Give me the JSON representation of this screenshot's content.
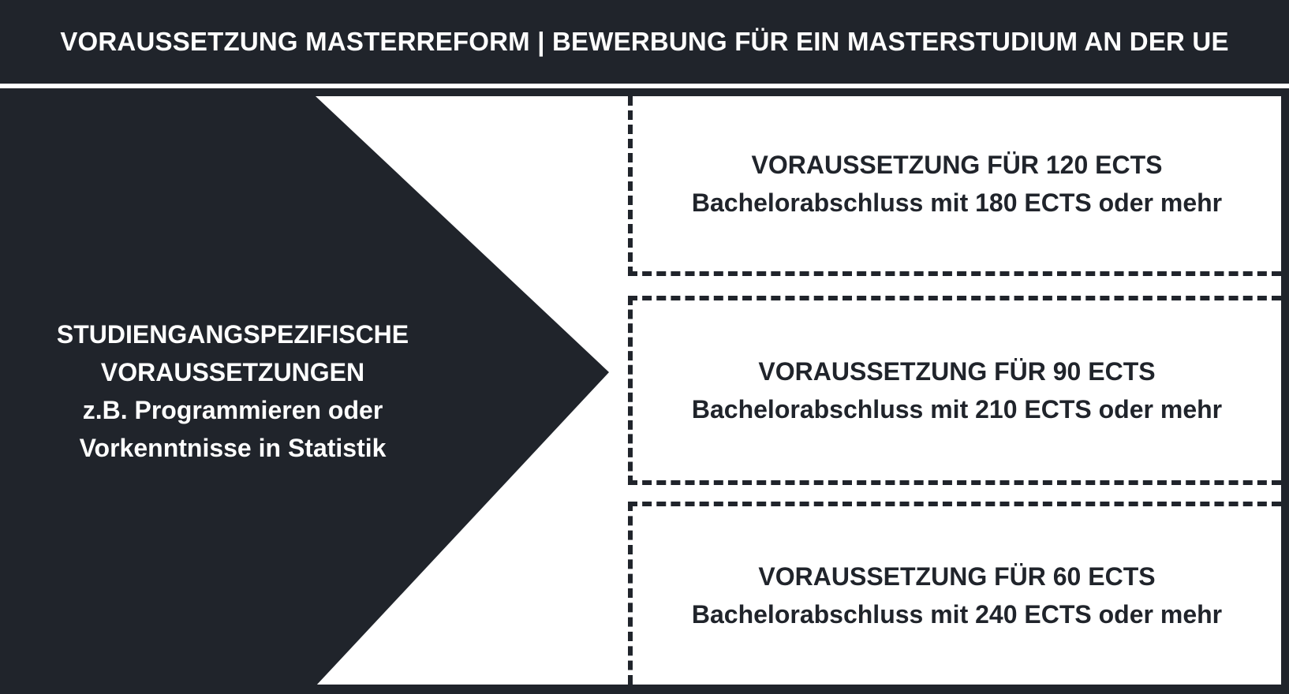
{
  "header": {
    "title": "VORAUSSETZUNG MASTERREFORM | BEWERBUNG FÜR EIN MASTERSTUDIUM AN DER UE"
  },
  "left_panel": {
    "lines": [
      "STUDIENGANGSPEZIFISCHE",
      "VORAUSSETZUNGEN",
      "z.B. Programmieren oder",
      "Vorkenntnisse in Statistik"
    ]
  },
  "requirements": [
    {
      "title": "VORAUSSETZUNG FÜR 120 ECTS",
      "description": "Bachelorabschluss mit 180 ECTS oder mehr"
    },
    {
      "title": "VORAUSSETZUNG FÜR 90 ECTS",
      "description": "Bachelorabschluss mit 210 ECTS oder mehr"
    },
    {
      "title": "VORAUSSETZUNG FÜR 60 ECTS",
      "description": "Bachelorabschluss mit 240 ECTS oder mehr"
    }
  ],
  "colors": {
    "dark": "#20242b",
    "light": "#ffffff"
  }
}
